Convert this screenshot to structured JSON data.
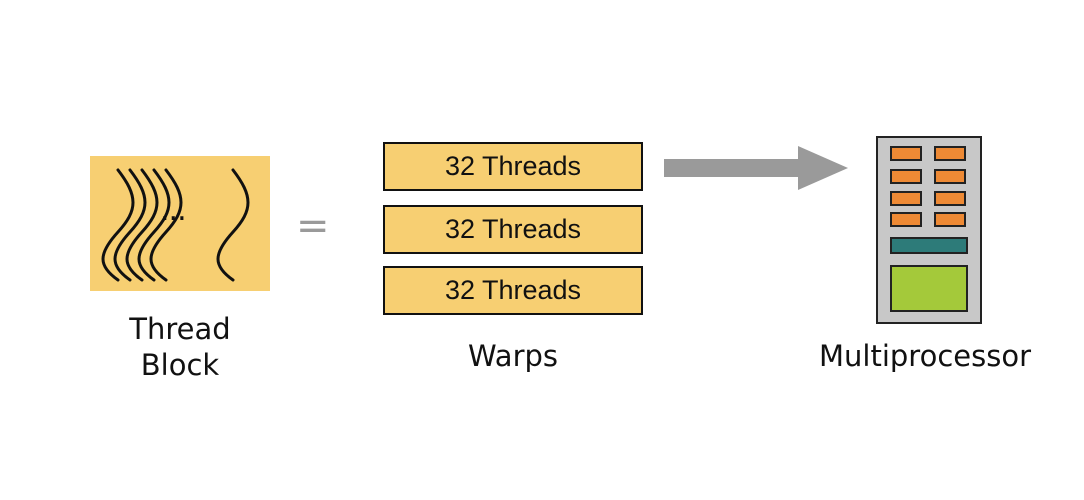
{
  "thread_block": {
    "ellipsis": "...",
    "label_line1": "Thread",
    "label_line2": "Block"
  },
  "equals_sign": "=",
  "warps": {
    "items": [
      {
        "label": "32 Threads"
      },
      {
        "label": "32 Threads"
      },
      {
        "label": "32 Threads"
      }
    ],
    "label": "Warps"
  },
  "multiprocessor": {
    "label": "Multiprocessor"
  },
  "colors": {
    "thread_fill": "#f7cf72",
    "arrow": "#9a9a9a",
    "mp_body": "#c8c8c8",
    "mp_cell": "#ee8a35",
    "mp_bar": "#2d7b79",
    "mp_memory": "#a4c93a"
  }
}
